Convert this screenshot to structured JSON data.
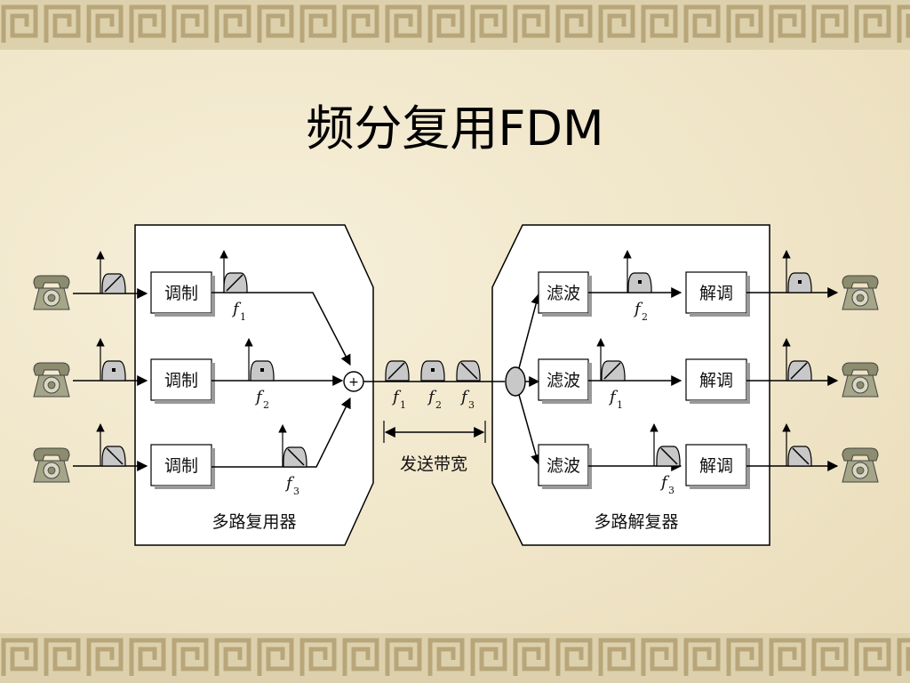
{
  "title": "频分复用FDM",
  "multiplexer": {
    "label": "多路复用器",
    "modulators": [
      "调制",
      "调制",
      "调制"
    ],
    "frequencies": [
      {
        "letter": "f",
        "sub": "1"
      },
      {
        "letter": "f",
        "sub": "2"
      },
      {
        "letter": "f",
        "sub": "3"
      }
    ]
  },
  "channel": {
    "frequencies": [
      {
        "letter": "f",
        "sub": "1"
      },
      {
        "letter": "f",
        "sub": "2"
      },
      {
        "letter": "f",
        "sub": "3"
      }
    ],
    "bandwidth_label": "发送带宽",
    "adder_symbol": "+"
  },
  "demultiplexer": {
    "label": "多路解复器",
    "filters": [
      "滤波",
      "滤波",
      "滤波"
    ],
    "demodulators": [
      "解调",
      "解调",
      "解调"
    ],
    "frequencies": [
      {
        "letter": "f",
        "sub": "2"
      },
      {
        "letter": "f",
        "sub": "1"
      },
      {
        "letter": "f",
        "sub": "3"
      }
    ]
  },
  "colors": {
    "background": "#f3ead2",
    "phone": "#8c8c6e",
    "box_fill": "#ffffff",
    "spectrum_fill": "#c8c8c8"
  }
}
